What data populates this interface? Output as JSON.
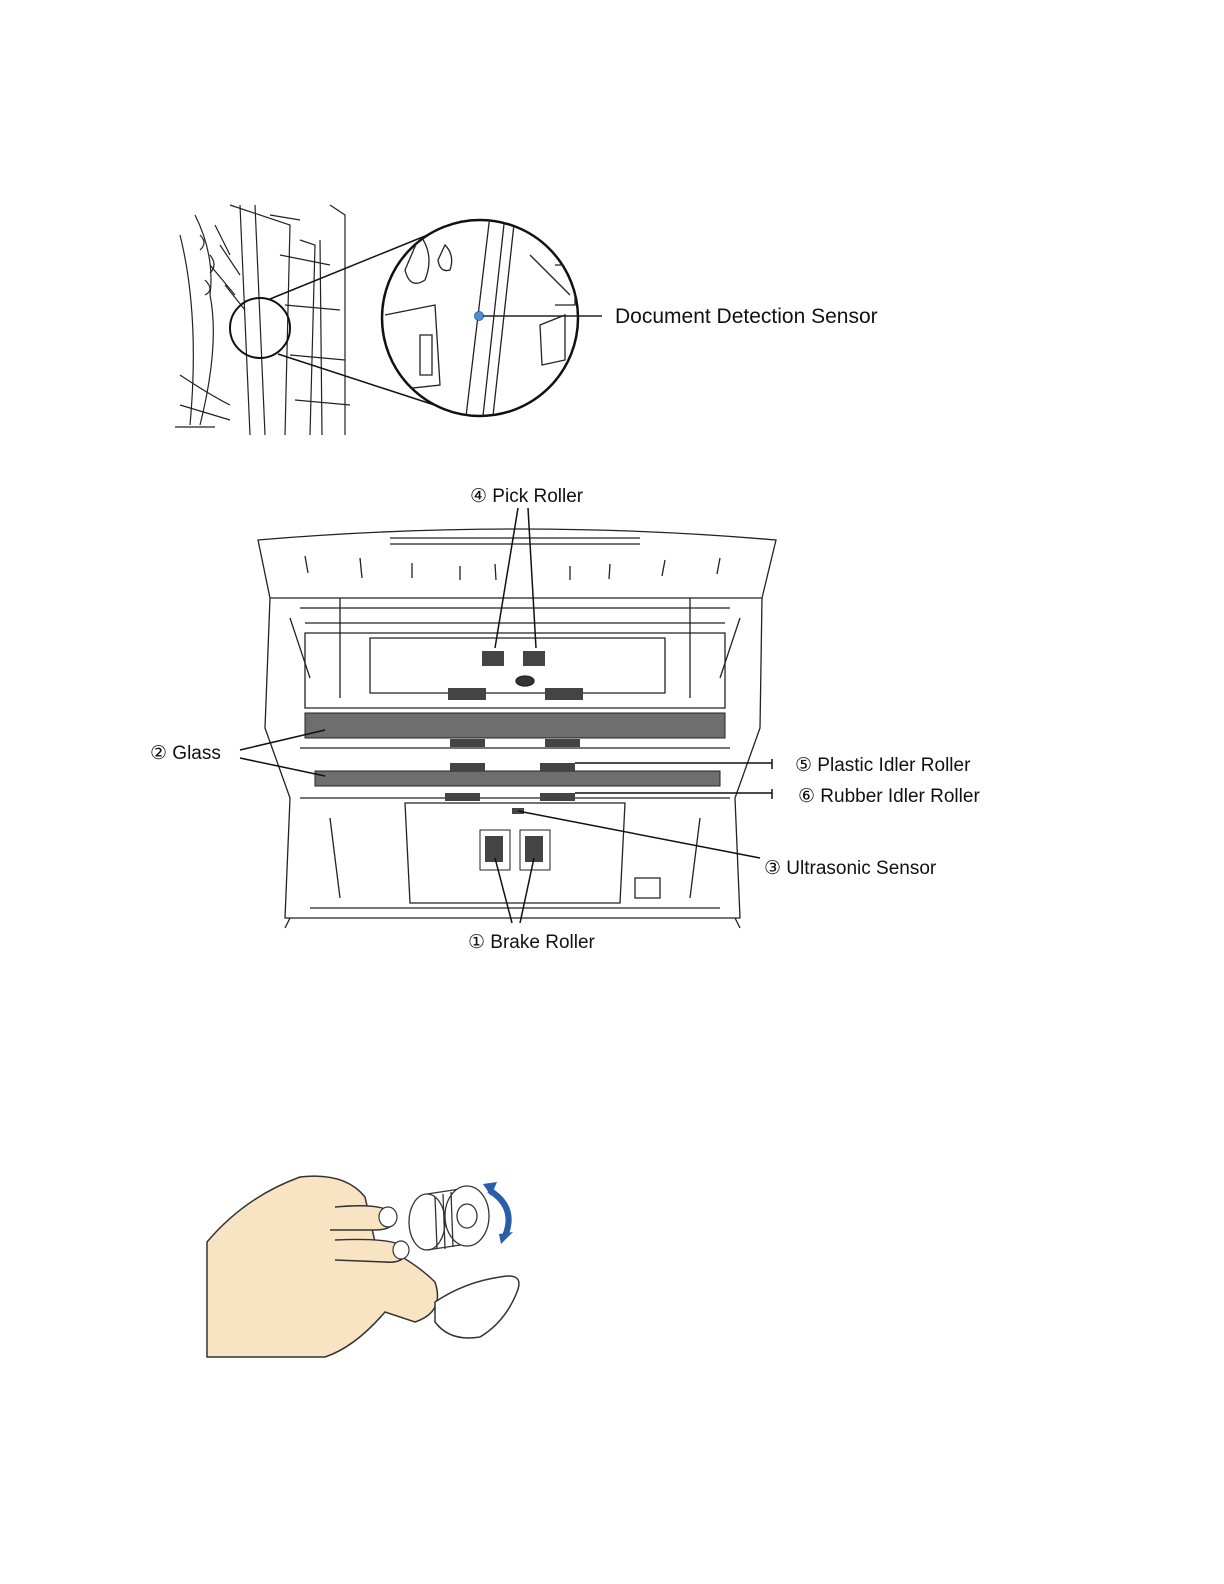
{
  "figure1": {
    "callout": "Document Detection Sensor",
    "sensor_color": "#4a90d9"
  },
  "figure2": {
    "labels": {
      "pick_roller": "④  Pick Roller",
      "glass": "②  Glass",
      "plastic_idler_roller": "⑤  Plastic Idler Roller",
      "rubber_idler_roller": "⑥  Rubber Idler Roller",
      "ultrasonic_sensor": "③  Ultrasonic Sensor",
      "brake_roller": "①  Brake Roller"
    },
    "glass_color": "#6e6e6e",
    "roller_color": "#444444"
  },
  "figure3": {
    "skin_color": "#f8e3c3",
    "arrow_color": "#2a5ea8",
    "icons": [
      "hand-icon",
      "roller-icon",
      "rotate-arrow-icon",
      "cloth-icon"
    ]
  }
}
